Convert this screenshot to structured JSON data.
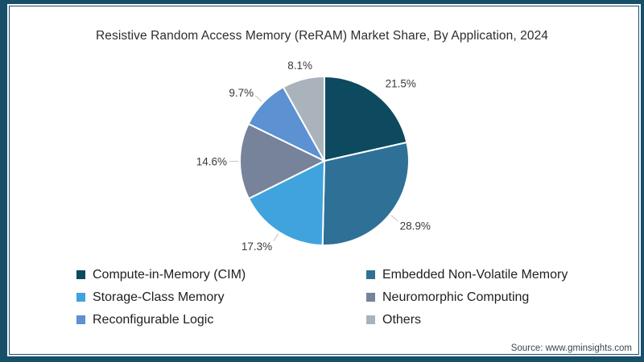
{
  "frame_color": "#184f68",
  "chart_data": {
    "type": "pie",
    "title": "Resistive Random Access Memory (ReRAM) Market Share, By Application, 2024",
    "series": [
      {
        "name": "Compute-in-Memory (CIM)",
        "value": 21.5,
        "color": "#0d4a5f"
      },
      {
        "name": "Embedded Non-Volatile Memory",
        "value": 28.9,
        "color": "#2f7096"
      },
      {
        "name": "Storage-Class Memory",
        "value": 17.3,
        "color": "#41a3dd"
      },
      {
        "name": "Neuromorphic Computing",
        "value": 14.6,
        "color": "#76839b"
      },
      {
        "name": "Reconfigurable Logic",
        "value": 9.7,
        "color": "#5c91d2"
      },
      {
        "name": "Others",
        "value": 8.1,
        "color": "#aab3bb"
      }
    ],
    "labels": [
      "21.5%",
      "28.9%",
      "17.3%",
      "14.6%",
      "9.7%",
      "8.1%"
    ],
    "start_angle_deg": 0,
    "direction": "clockwise",
    "legend_position": "bottom",
    "slice_border_color": "#ffffff",
    "leader_line_color": "#c4c4c4"
  },
  "source": "Source: www.gminsights.com"
}
